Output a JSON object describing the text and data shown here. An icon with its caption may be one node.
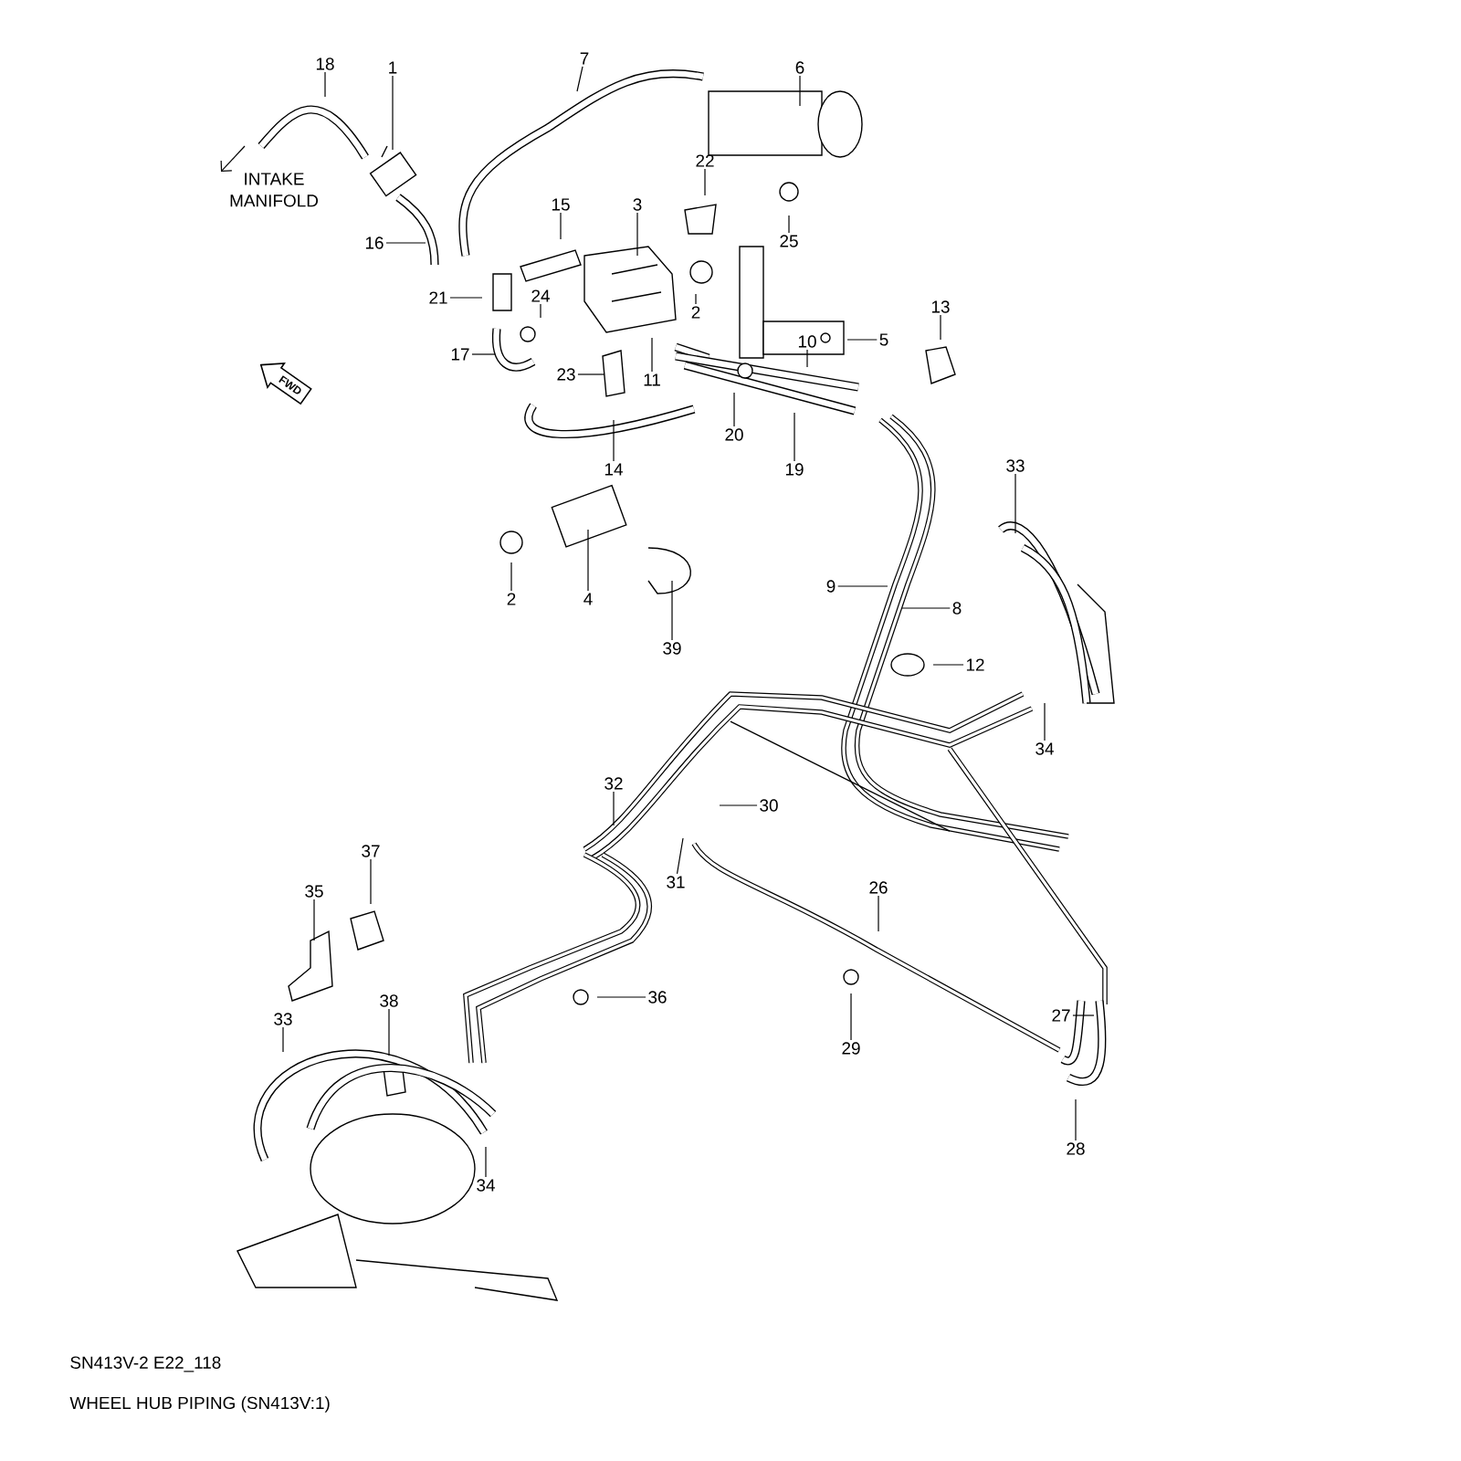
{
  "diagram": {
    "caption": "WHEEL HUB PIPING (SN413V:1)",
    "nodes": [
      {
        "text": [
          "18"
        ]
      },
      {
        "text": [
          "1"
        ]
      },
      {
        "text": [
          "7"
        ]
      },
      {
        "text": [
          "6"
        ]
      },
      {
        "text": [
          "22"
        ]
      },
      {
        "text": [
          "15"
        ]
      },
      {
        "text": [
          "3"
        ]
      },
      {
        "text": [
          "16"
        ]
      },
      {
        "text": [
          "25"
        ]
      },
      {
        "text": [
          "21"
        ]
      },
      {
        "text": [
          "24"
        ]
      },
      {
        "text": [
          "2"
        ]
      },
      {
        "text": [
          "13"
        ]
      },
      {
        "text": [
          "5"
        ]
      },
      {
        "text": [
          "17"
        ]
      },
      {
        "text": [
          "10"
        ]
      },
      {
        "text": [
          "23"
        ]
      },
      {
        "text": [
          "11"
        ]
      },
      {
        "text": [
          "20"
        ]
      },
      {
        "text": [
          "14"
        ]
      },
      {
        "text": [
          "19"
        ]
      },
      {
        "text": [
          "33"
        ]
      },
      {
        "text": [
          "9"
        ]
      },
      {
        "text": [
          "2"
        ]
      },
      {
        "text": [
          "4"
        ]
      },
      {
        "text": [
          "8"
        ]
      },
      {
        "text": [
          "39"
        ]
      },
      {
        "text": [
          "12"
        ]
      },
      {
        "text": [
          "34"
        ]
      },
      {
        "text": [
          "32"
        ]
      },
      {
        "text": [
          "30"
        ]
      },
      {
        "text": [
          "37"
        ]
      },
      {
        "text": [
          "31"
        ]
      },
      {
        "text": [
          "26"
        ]
      },
      {
        "text": [
          "35"
        ]
      },
      {
        "text": [
          "36"
        ]
      },
      {
        "text": [
          "38"
        ]
      },
      {
        "text": [
          "33"
        ]
      },
      {
        "text": [
          "27"
        ]
      },
      {
        "text": [
          "29"
        ]
      },
      {
        "text": [
          "28"
        ]
      },
      {
        "text": [
          "34"
        ]
      }
    ],
    "edges": [
      {
        "from": 0,
        "to": null,
        "arrow": "none"
      },
      {
        "from": 1,
        "to": null,
        "arrow": "none"
      },
      {
        "from": 2,
        "to": null,
        "arrow": "none"
      },
      {
        "from": 3,
        "to": null,
        "arrow": "none"
      },
      {
        "from": 4,
        "to": null,
        "arrow": "none"
      },
      {
        "from": 5,
        "to": null,
        "arrow": "none"
      },
      {
        "from": 6,
        "to": null,
        "arrow": "none"
      },
      {
        "from": 7,
        "to": null,
        "arrow": "none"
      },
      {
        "from": 8,
        "to": null,
        "arrow": "none"
      },
      {
        "from": 9,
        "to": null,
        "arrow": "none"
      },
      {
        "from": 10,
        "to": null,
        "arrow": "none"
      },
      {
        "from": 11,
        "to": null,
        "arrow": "none"
      },
      {
        "from": 12,
        "to": null,
        "arrow": "none"
      },
      {
        "from": 13,
        "to": null,
        "arrow": "none"
      },
      {
        "from": 14,
        "to": null,
        "arrow": "none"
      },
      {
        "from": 15,
        "to": null,
        "arrow": "none"
      },
      {
        "from": 16,
        "to": null,
        "arrow": "none"
      },
      {
        "from": 17,
        "to": null,
        "arrow": "none"
      },
      {
        "from": 18,
        "to": null,
        "arrow": "none"
      },
      {
        "from": 19,
        "to": null,
        "arrow": "none"
      },
      {
        "from": 20,
        "to": null,
        "arrow": "none"
      },
      {
        "from": 21,
        "to": null,
        "arrow": "none"
      },
      {
        "from": 22,
        "to": null,
        "arrow": "none"
      },
      {
        "from": 23,
        "to": null,
        "arrow": "none"
      },
      {
        "from": 24,
        "to": null,
        "arrow": "none"
      },
      {
        "from": 25,
        "to": null,
        "arrow": "none"
      },
      {
        "from": 26,
        "to": null,
        "arrow": "none"
      },
      {
        "from": 27,
        "to": null,
        "arrow": "none"
      },
      {
        "from": 28,
        "to": null,
        "arrow": "none"
      },
      {
        "from": 29,
        "to": null,
        "arrow": "none"
      },
      {
        "from": 30,
        "to": null,
        "arrow": "none"
      },
      {
        "from": 31,
        "to": null,
        "arrow": "none"
      },
      {
        "from": 32,
        "to": null,
        "arrow": "none"
      },
      {
        "from": 33,
        "to": null,
        "arrow": "none"
      },
      {
        "from": 34,
        "to": null,
        "arrow": "none"
      },
      {
        "from": 35,
        "to": null,
        "arrow": "none"
      },
      {
        "from": 36,
        "to": null,
        "arrow": "none"
      },
      {
        "from": 37,
        "to": null,
        "arrow": "none"
      },
      {
        "from": 38,
        "to": null,
        "arrow": "none"
      },
      {
        "from": 39,
        "to": null,
        "arrow": "none"
      },
      {
        "from": 40,
        "to": null,
        "arrow": "none"
      },
      {
        "from": 41,
        "to": null,
        "arrow": "none"
      }
    ],
    "labels": [
      "INTAKE MANIFOLD",
      "FWD",
      "SN413V-2 E22_118"
    ]
  }
}
